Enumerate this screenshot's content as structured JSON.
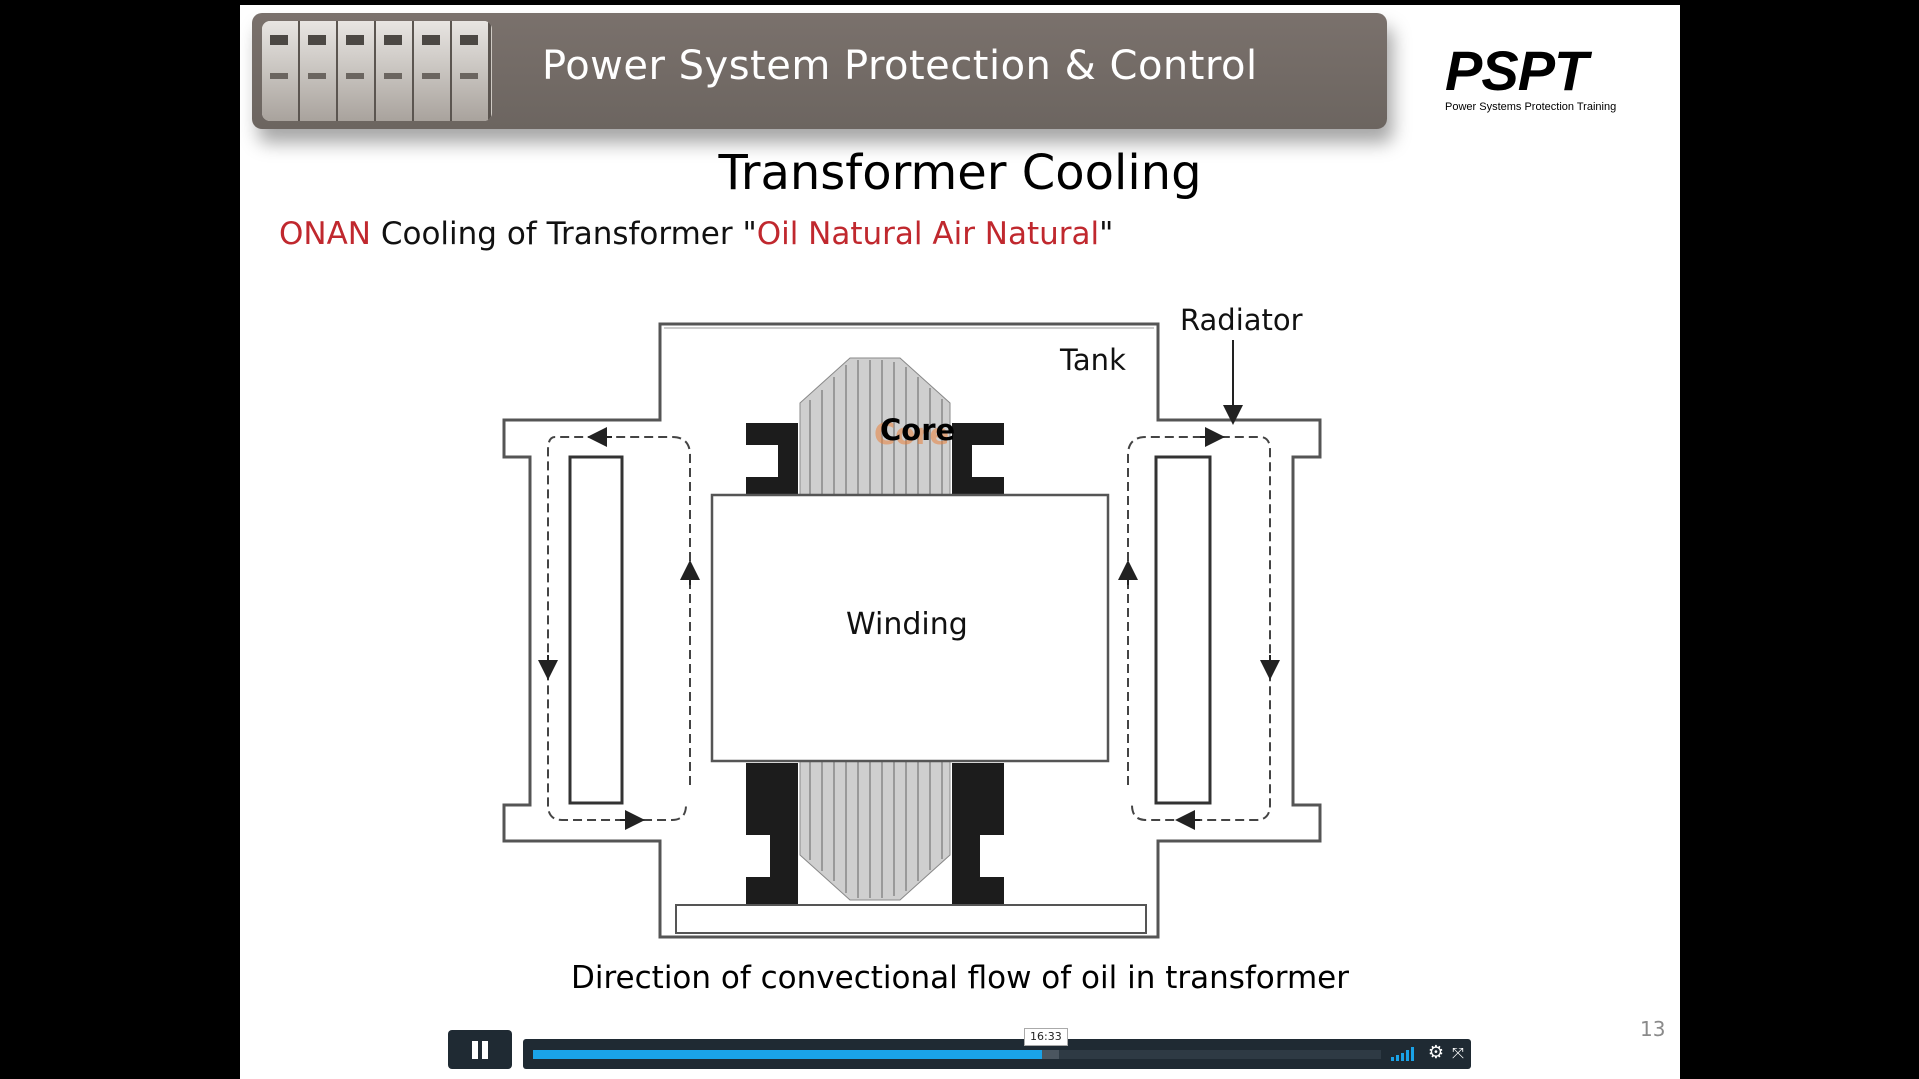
{
  "banner": {
    "title": "Power System Protection & Control"
  },
  "logo": {
    "main": "PSPT",
    "sub": "Power Systems Protection Training"
  },
  "slide": {
    "title": "Transformer Cooling",
    "subtitle_onan": "ONAN",
    "subtitle_mid": " Cooling of Transformer  \"",
    "subtitle_expansion": "Oil Natural Air Natural",
    "subtitle_end": "\"",
    "caption": "Direction of convectional flow of oil in transformer",
    "page_number": "13"
  },
  "diagram": {
    "labels": {
      "radiator": "Radiator",
      "tank": "Tank",
      "core": "Core",
      "winding": "Winding"
    }
  },
  "player": {
    "time_tooltip": "16:33",
    "progress": 0.6,
    "buffered": 0.62,
    "accent": "#1aa3e8"
  }
}
